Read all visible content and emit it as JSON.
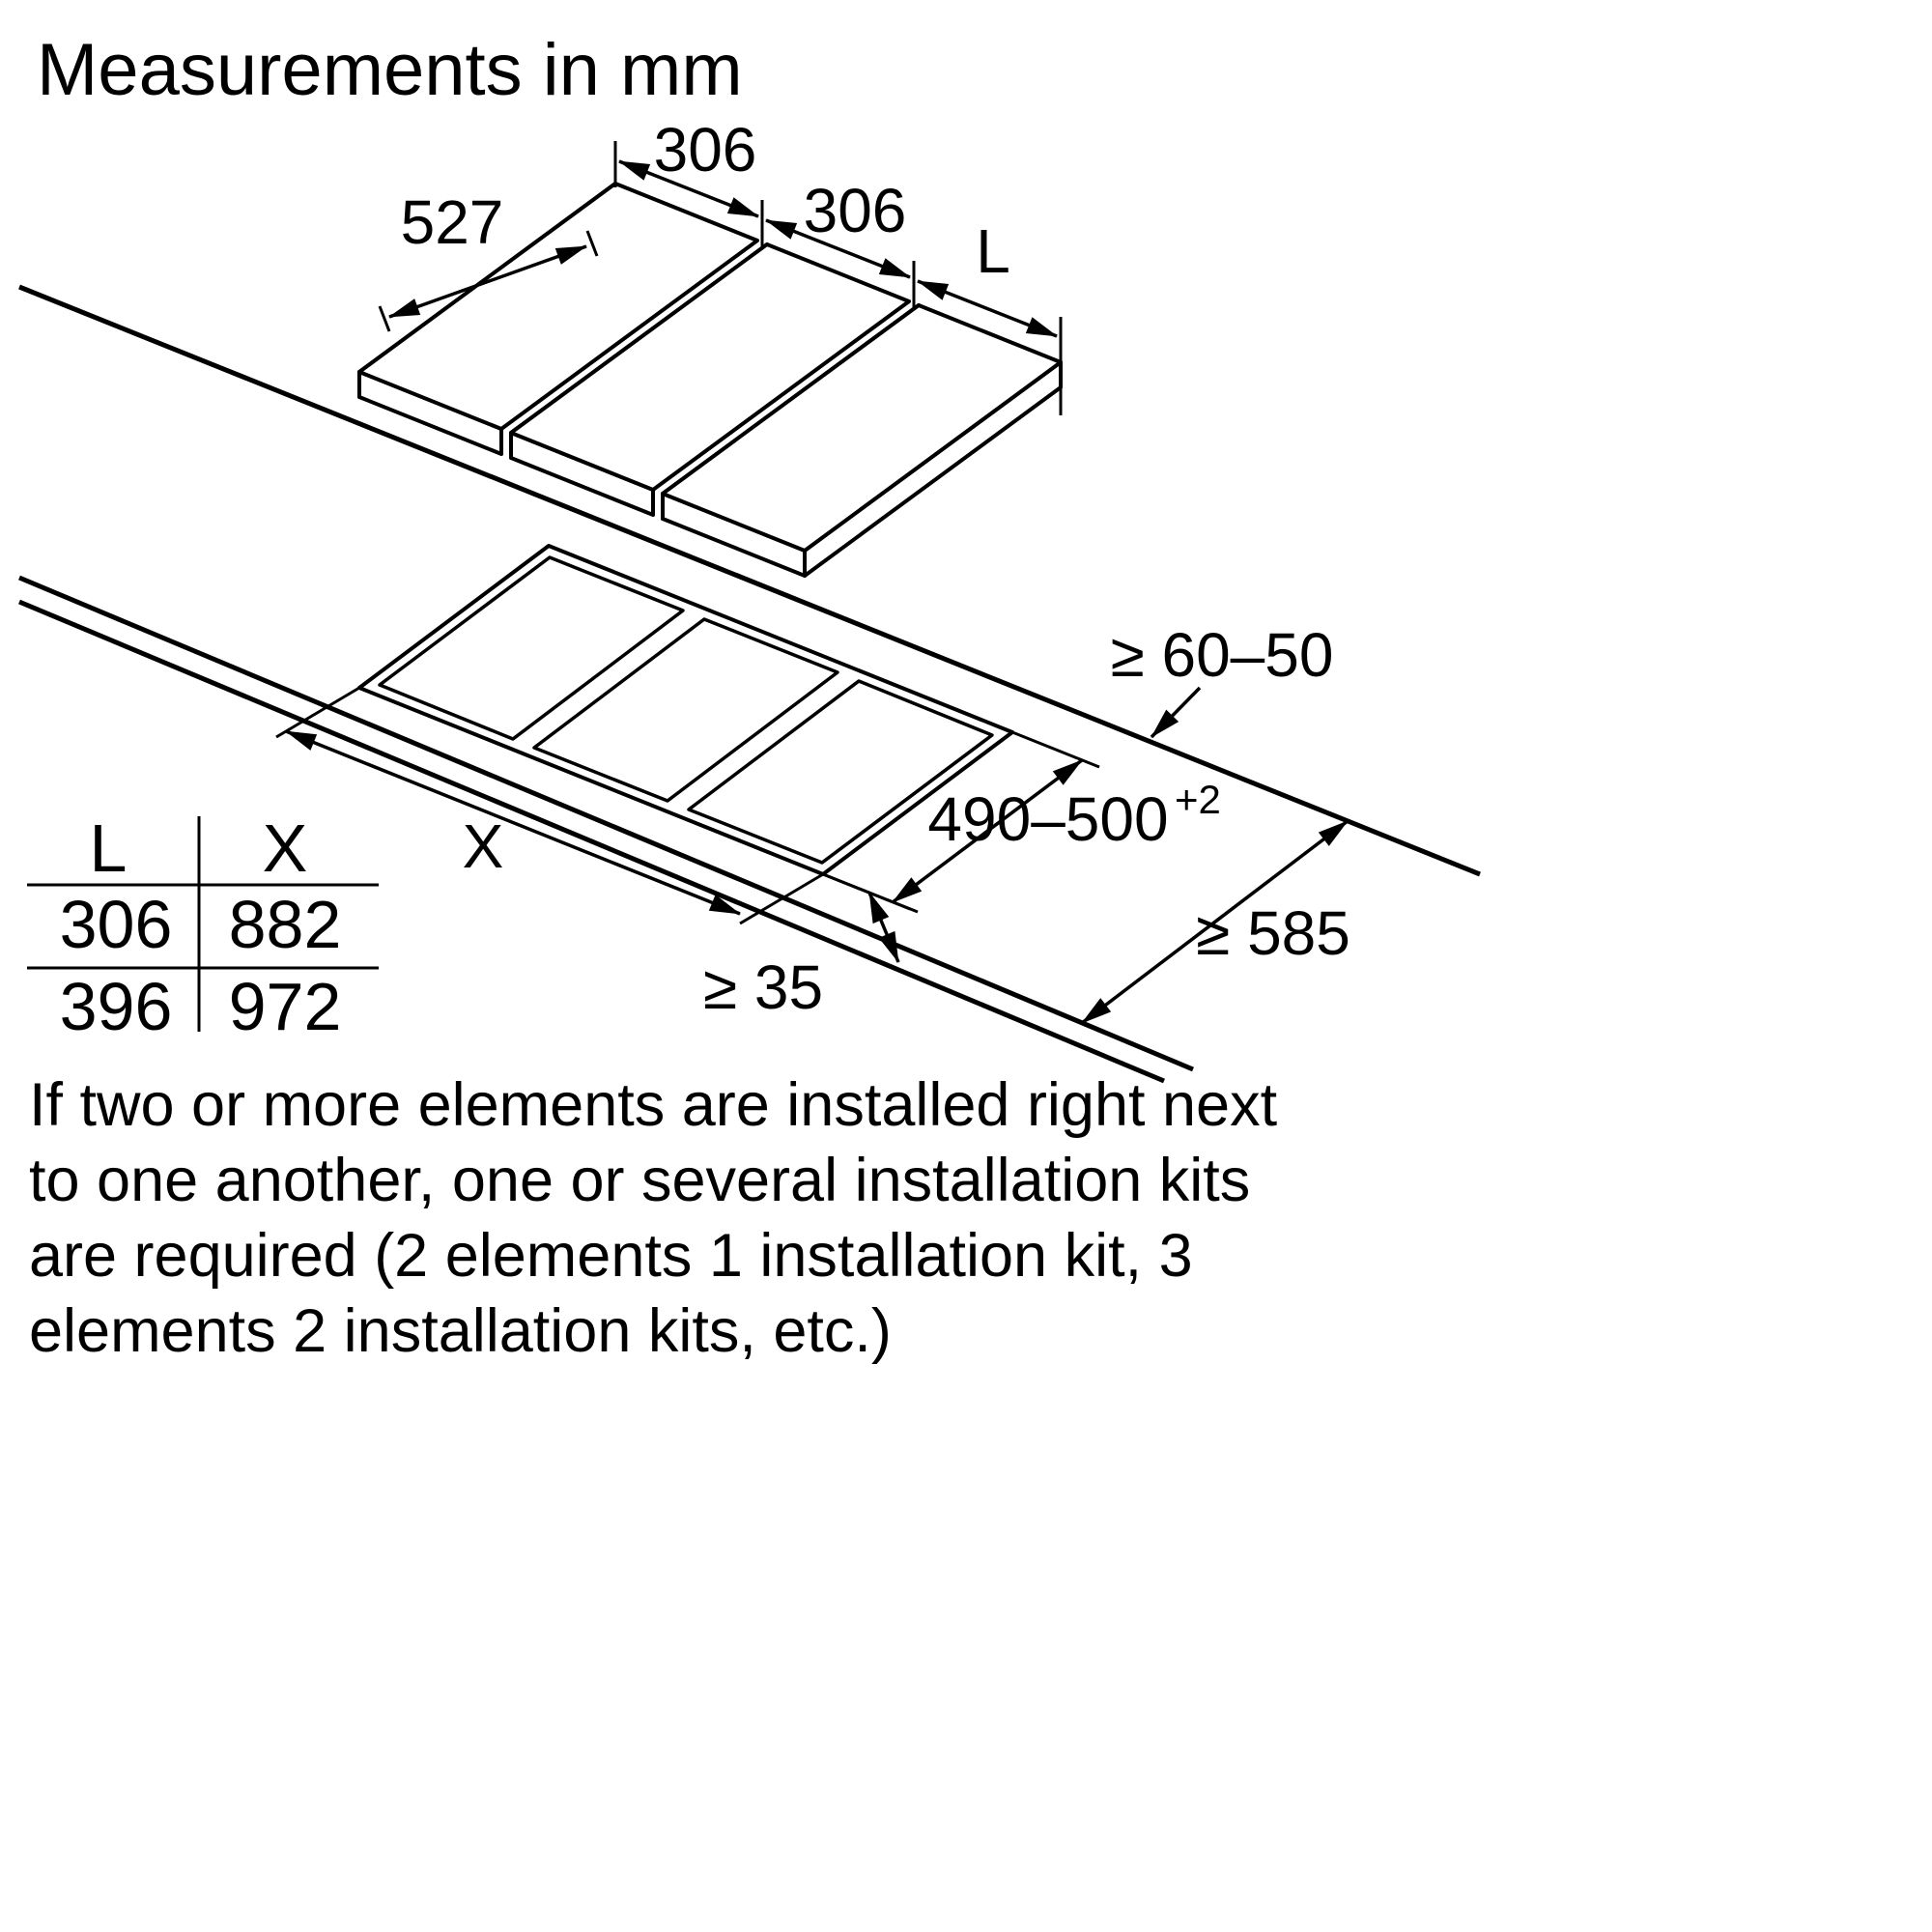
{
  "title": "Measurements in mm",
  "hob": {
    "depth": "527",
    "module1_width": "306",
    "module2_width": "306",
    "module3_width": "L"
  },
  "installation": {
    "rear_distance": "≥ 60–50",
    "cutout_depth": "490–500",
    "cutout_depth_tolerance": "+2",
    "worktop_depth": "≥ 585",
    "front_distance": "≥ 35",
    "cutout_width": "X"
  },
  "table": {
    "headers": [
      "L",
      "X"
    ],
    "rows": [
      [
        "306",
        "882"
      ],
      [
        "396",
        "972"
      ]
    ]
  },
  "note": {
    "lines": [
      "If two or more elements are installed right next",
      "to one another, one or several installation kits",
      "are required (2 elements 1 installation kit, 3",
      "elements 2 installation kits, etc.)"
    ]
  }
}
